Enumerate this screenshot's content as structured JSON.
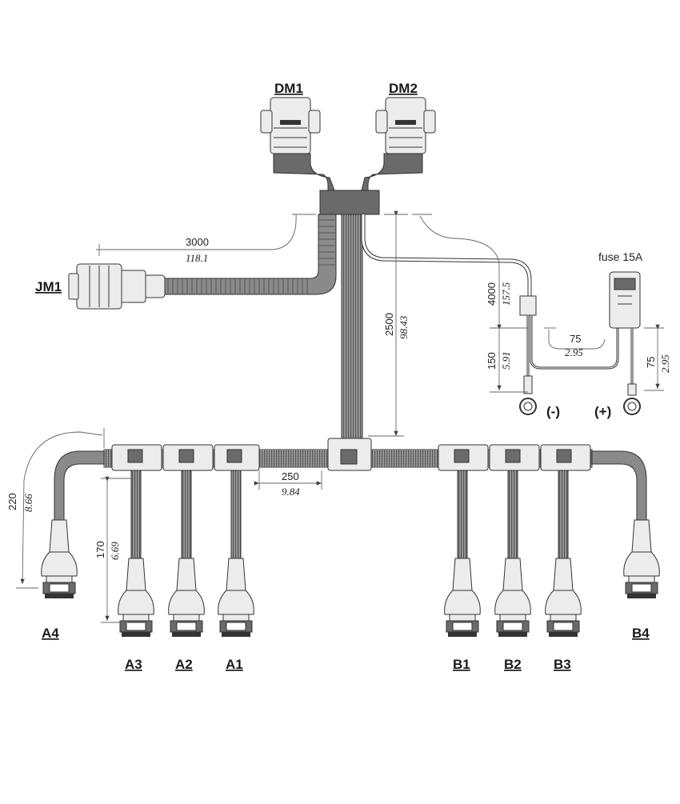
{
  "connectors": {
    "dm1": "DM1",
    "dm2": "DM2",
    "jm1": "JM1",
    "a1": "A1",
    "a2": "A2",
    "a3": "A3",
    "a4": "A4",
    "b1": "B1",
    "b2": "B2",
    "b3": "B3",
    "b4": "B4"
  },
  "fuse": {
    "label": "fuse 15A"
  },
  "terminals": {
    "negative": "(-)",
    "positive": "(+)"
  },
  "dimensions": {
    "d3000": {
      "mm": "3000",
      "inch": "118.1"
    },
    "d2500": {
      "mm": "2500",
      "inch": "98.43"
    },
    "d4000": {
      "mm": "4000",
      "inch": "157.5"
    },
    "d150": {
      "mm": "150",
      "inch": "5.91"
    },
    "d75h": {
      "mm": "75",
      "inch": "2.95"
    },
    "d75v": {
      "mm": "75",
      "inch": "2.95"
    },
    "d250": {
      "mm": "250",
      "inch": "9.84"
    },
    "d220": {
      "mm": "220",
      "inch": "8.66"
    },
    "d170": {
      "mm": "170",
      "inch": "6.69"
    }
  },
  "colors": {
    "cable": "#8a8a8a",
    "overmold": "#6a6a6a",
    "line": "#333333"
  }
}
